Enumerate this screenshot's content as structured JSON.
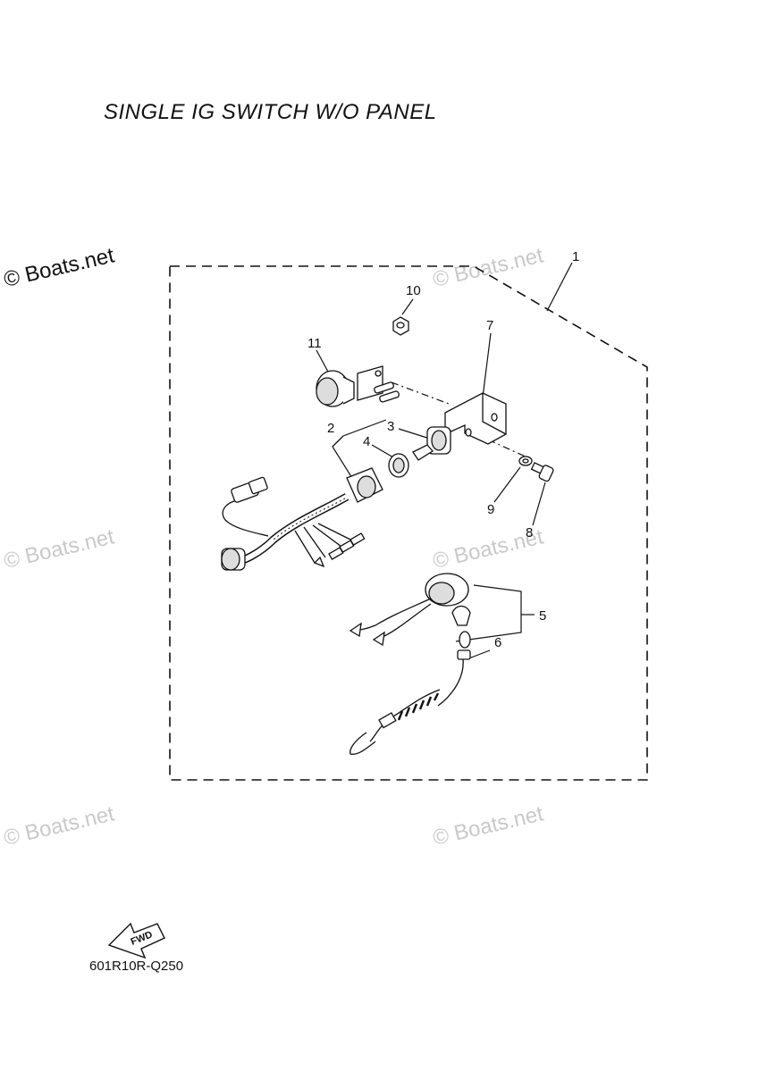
{
  "title": "SINGLE IG SWITCH W/O PANEL",
  "watermark": "© Boats.net",
  "drawing_code": "601R10R-Q250",
  "fwd_label": "FWD",
  "callouts": [
    "1",
    "2",
    "3",
    "4",
    "5",
    "6",
    "7",
    "8",
    "9",
    "10",
    "11"
  ]
}
